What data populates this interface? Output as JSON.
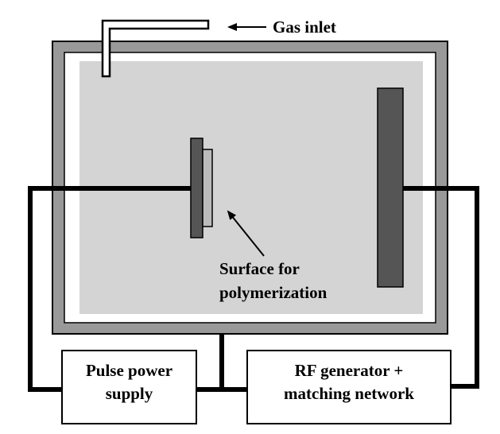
{
  "labels": {
    "gas_inlet": "Gas inlet",
    "surface_line1": "Surface for",
    "surface_line2": "polymerization",
    "pulse_line1": "Pulse power",
    "pulse_line2": "supply",
    "rf_line1": "RF generator +",
    "rf_line2": "matching network"
  },
  "colors": {
    "chamber_wall": "#999999",
    "chamber_gap": "#ffffff",
    "plasma_region": "#d4d4d4",
    "electrode": "#555555",
    "substrate": "#bbbbbb",
    "wire": "#000000",
    "box_fill": "#ffffff"
  }
}
